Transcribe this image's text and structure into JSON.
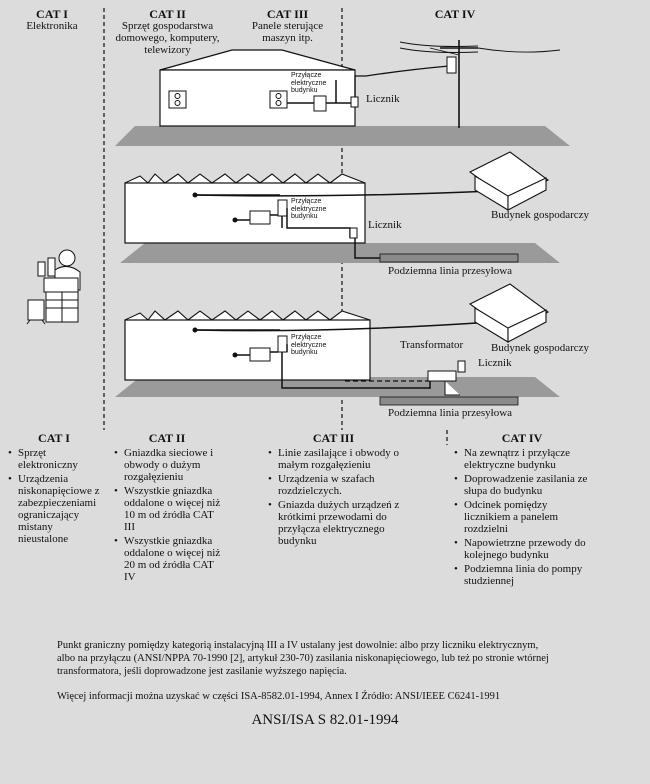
{
  "headers": [
    {
      "title": "CAT I",
      "text": "Elektronika"
    },
    {
      "title": "CAT II",
      "text": "Sprzęt gospodarstwa domowego, komputery, telewizory"
    },
    {
      "title": "CAT III",
      "text": "Panele sterujące maszyn itp."
    },
    {
      "title": "CAT IV",
      "text": ""
    }
  ],
  "diagram": {
    "connection_label": "Przyłącze elektryczne budynku",
    "meter_label": "Licznik",
    "farm_building_label": "Budynek gospodarczy",
    "underground_line_label": "Podziemna linia przesyłowa",
    "transformer_label": "Transformator"
  },
  "columns": [
    {
      "title": "CAT I",
      "items": [
        "Sprzęt elektroniczny",
        "Urządzenia niskonapięciowe z zabezpieczeniami ograniczający mistany nieustalone"
      ]
    },
    {
      "title": "CAT II",
      "items": [
        "Gniazdka sieciowe i obwody o dużym rozgałęzieniu",
        "Wszystkie gniazdka oddalone o więcej niż 10 m od źródła CAT III",
        "Wszystkie gniazdka oddalone o więcej niż 20 m od źródła CAT IV"
      ]
    },
    {
      "title": "CAT III",
      "items": [
        "Linie zasilające i obwody o małym rozgałęzieniu",
        "Urządzenia w szafach rozdzielczych.",
        "Gniazda dużych urządzeń z krótkimi przewodami do przyłącza elektrycznego budynku"
      ]
    },
    {
      "title": "CAT IV",
      "items": [
        "Na zewnątrz i przyłącze elektryczne budynku",
        "Doprowadzenie zasilania ze słupa do budynku",
        "Odcinek pomiędzy licznikiem a panelem rozdzielni",
        "Napowietrzne przewody do kolejnego budynku",
        "Podziemna linia do pompy studziennej"
      ]
    }
  ],
  "footnote": "Punkt graniczny pomiędzy kategorią instalacyjną III a IV ustalany jest dowolnie: albo przy liczniku elektrycznym, albo na przyłączu (ANSI/NPPA 70-1990 [2], artykuł 230-70) zasilania niskonapięciowego, lub też po stronie wtórnej transformatora, jeśli doprowadzone jest zasilanie wyższego napięcia.",
  "more_info": "Więcej informacji można uzyskać w części ISA-8582.01-1994, Annex I Źródło: ANSI/IEEE C6241-1991",
  "standard": "ANSI/ISA S 82.01-1994"
}
